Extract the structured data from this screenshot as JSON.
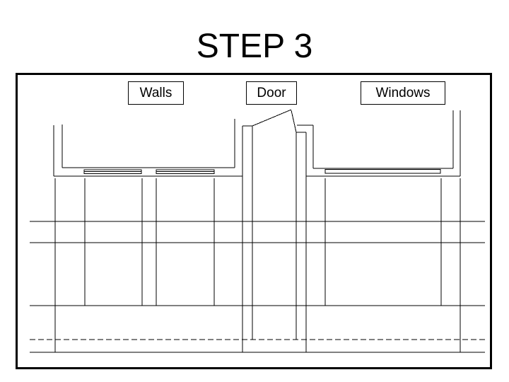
{
  "title": "STEP 3",
  "legend": {
    "walls": "Walls",
    "door": "Door",
    "windows": "Windows"
  },
  "colors": {
    "ink": "#000000",
    "paper": "#ffffff"
  },
  "drawing": {
    "line_width": 1,
    "dash_pattern": "8 4",
    "plan_lines": [
      [
        76,
        177,
        76,
        249
      ],
      [
        88,
        176,
        88,
        237
      ],
      [
        88,
        237,
        332,
        237
      ],
      [
        76,
        249,
        343,
        249
      ],
      [
        443,
        238,
        641,
        238
      ],
      [
        433,
        249,
        651,
        249
      ],
      [
        641,
        156,
        641,
        238
      ],
      [
        651,
        156,
        651,
        249
      ],
      [
        332,
        168,
        332,
        237
      ],
      [
        343,
        178,
        343,
        498
      ],
      [
        343,
        178,
        357,
        178
      ],
      [
        357,
        178,
        357,
        480
      ],
      [
        357,
        178,
        412,
        155
      ],
      [
        412,
        156,
        419,
        187
      ],
      [
        420,
        177,
        443,
        177
      ],
      [
        443,
        177,
        443,
        238
      ],
      [
        419,
        187,
        433,
        187
      ],
      [
        419,
        187,
        419,
        480
      ],
      [
        433,
        187,
        433,
        498
      ],
      [
        78,
        252,
        78,
        498
      ],
      [
        120,
        252,
        120,
        432
      ],
      [
        201,
        252,
        201,
        432
      ],
      [
        221,
        252,
        221,
        432
      ],
      [
        303,
        252,
        303,
        432
      ],
      [
        460,
        252,
        460,
        432
      ],
      [
        624,
        252,
        624,
        432
      ],
      [
        651,
        252,
        651,
        498
      ],
      [
        42,
        313,
        686,
        313
      ],
      [
        42,
        343,
        686,
        343
      ],
      [
        42,
        432,
        686,
        432
      ],
      [
        42,
        498,
        686,
        498
      ]
    ],
    "dashed_lines": [
      [
        42,
        480,
        686,
        480
      ]
    ],
    "window_rects": [
      [
        119,
        240,
        200,
        245.5
      ],
      [
        221,
        240,
        303,
        245.5
      ],
      [
        460,
        239.5,
        623,
        245
      ]
    ],
    "window_mid_lines": [
      [
        119,
        242.5,
        200,
        242.5
      ],
      [
        221,
        242.5,
        303,
        242.5
      ]
    ]
  }
}
